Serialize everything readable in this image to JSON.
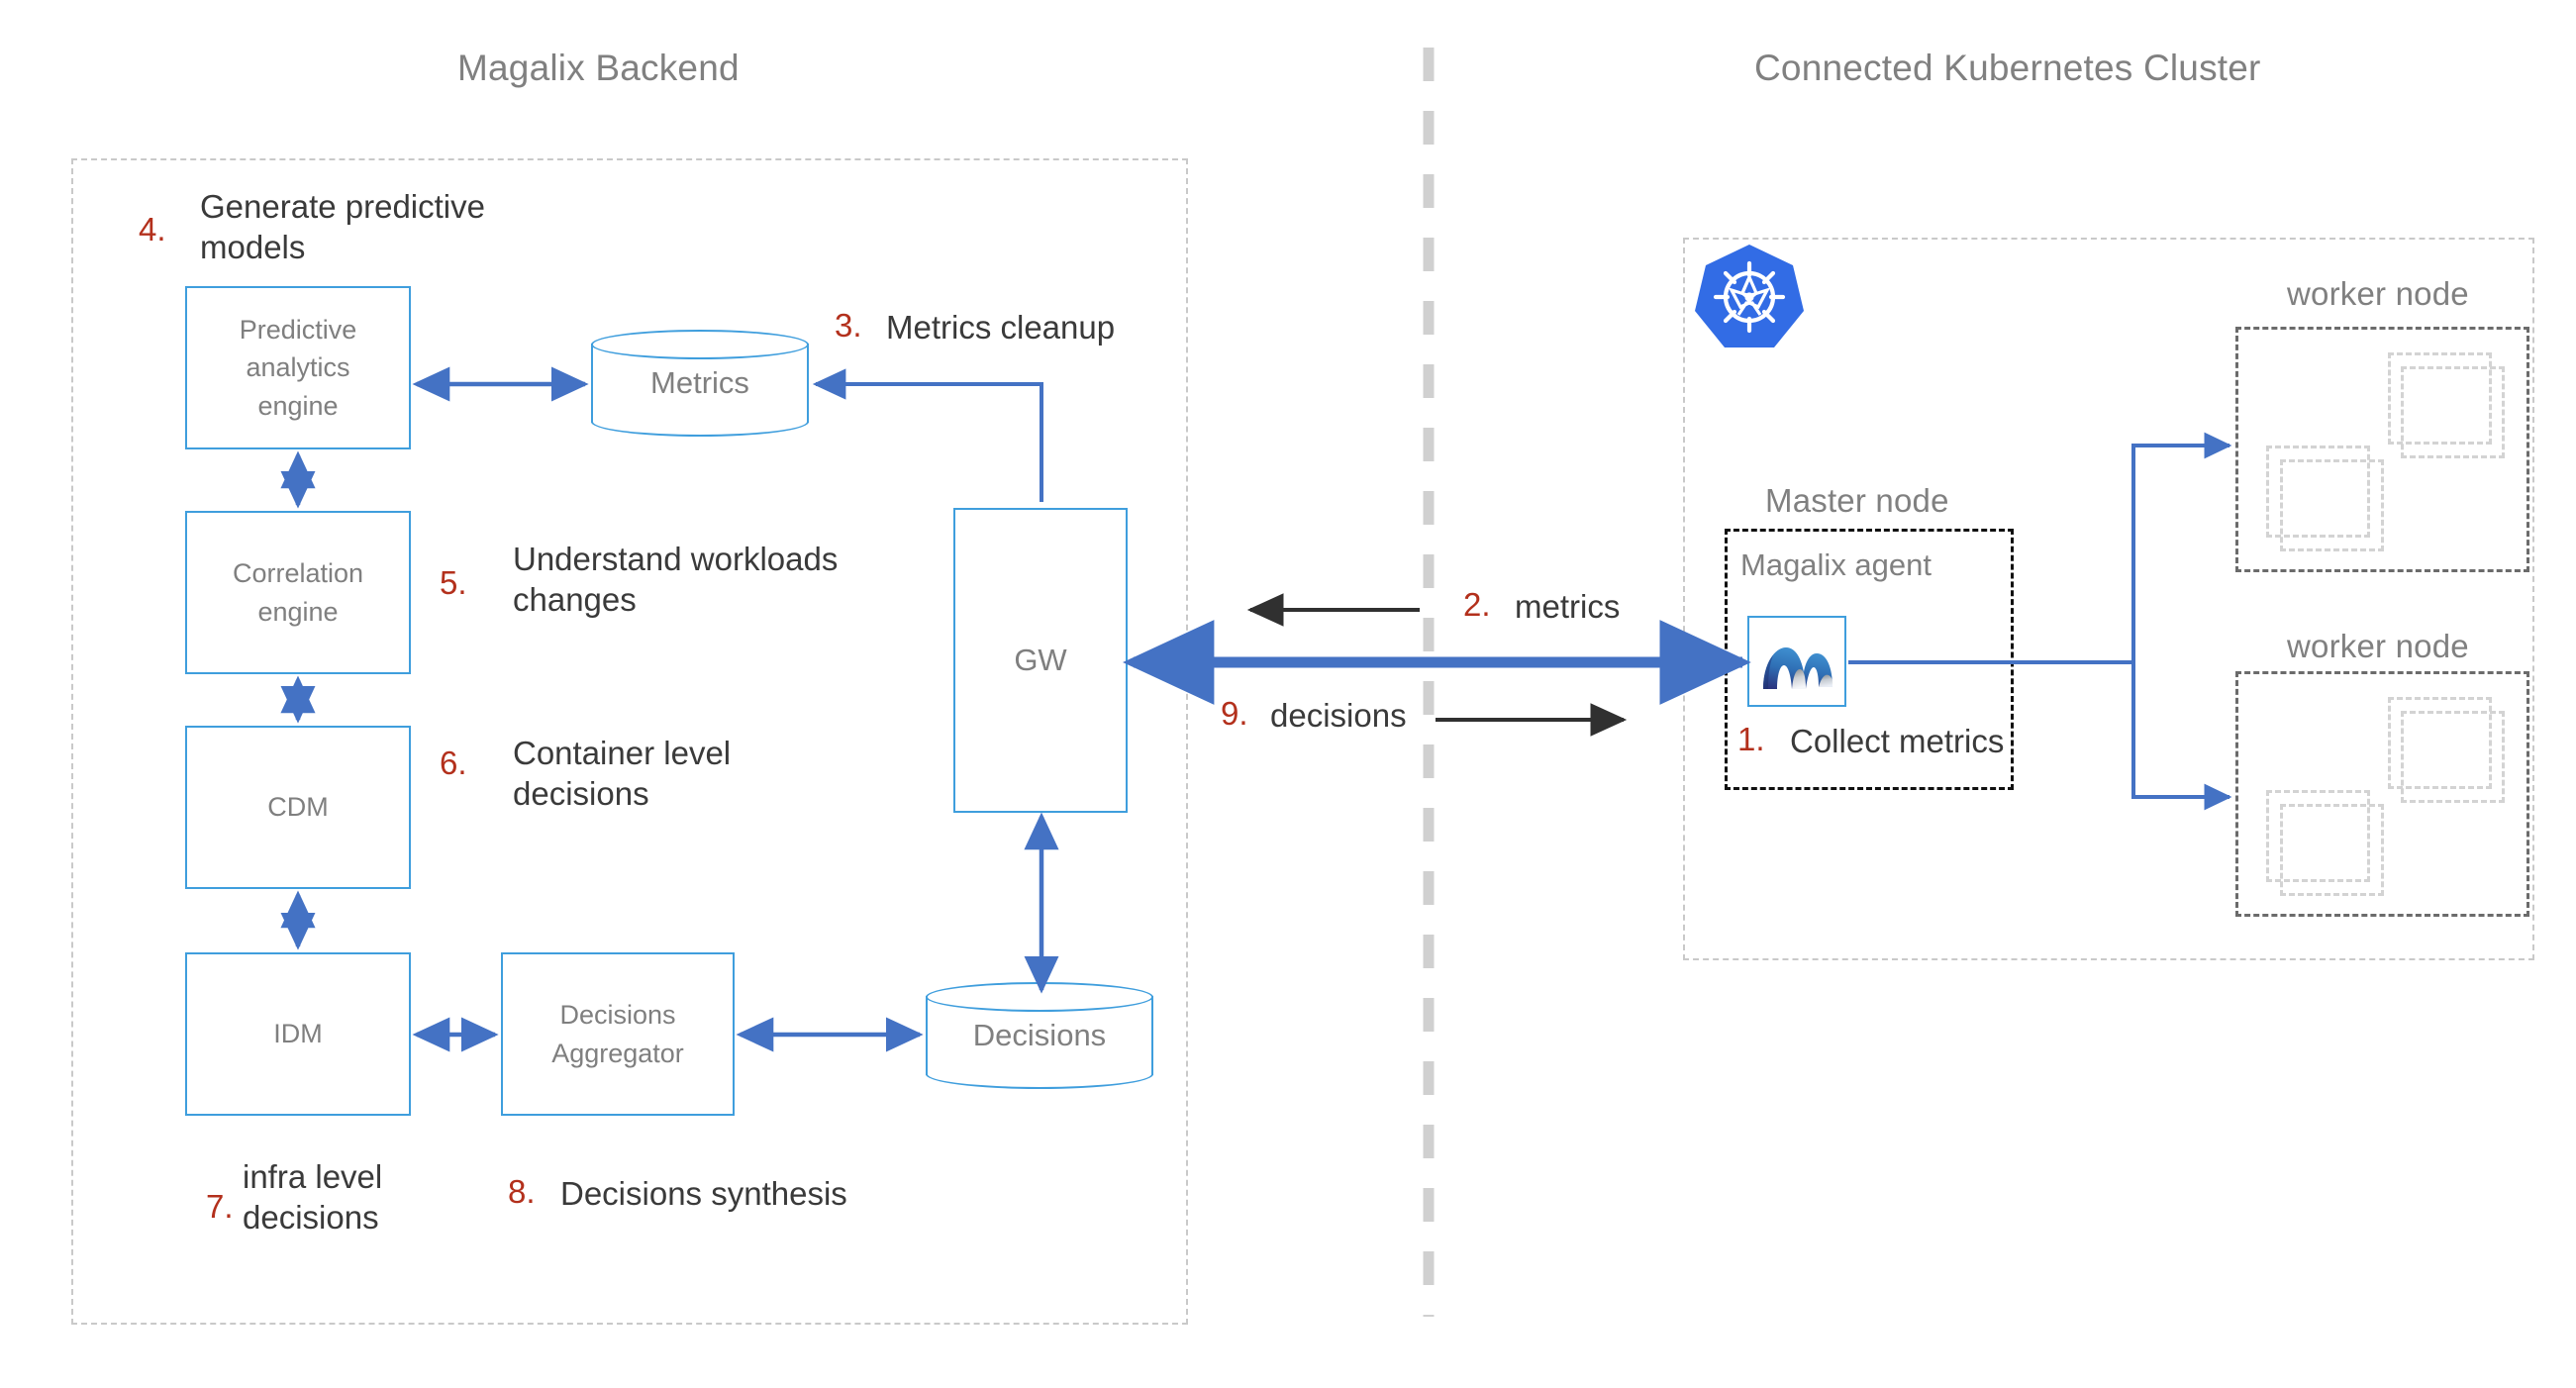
{
  "diagram": {
    "left_section_title": "Magalix Backend",
    "right_section_title": "Connected Kubernetes Cluster",
    "colors": {
      "accent_blue": "#3f9edd",
      "arrow_blue": "#4472c4",
      "step_red": "#b3301c",
      "node_label_gray": "#808080",
      "caption_gray": "#3a3a3a",
      "divider_gray": "#d0d0d0",
      "k8s_blue": "#326ce5"
    }
  },
  "backend": {
    "boxes": [
      {
        "id": "predictive-analytics-engine",
        "label": "Predictive analytics engine"
      },
      {
        "id": "correlation-engine",
        "label": "Correlation engine"
      },
      {
        "id": "cdm",
        "label": "CDM"
      },
      {
        "id": "idm",
        "label": "IDM"
      },
      {
        "id": "decisions-aggregator",
        "label": "Decisions Aggregator"
      },
      {
        "id": "gateway",
        "label": "GW"
      }
    ],
    "datastores": [
      {
        "id": "metrics-store",
        "label": "Metrics"
      },
      {
        "id": "decisions-store",
        "label": "Decisions"
      }
    ]
  },
  "cluster": {
    "master_node_label": "Master node",
    "agent_label": "Magalix agent",
    "agent_logo_name": "magalix-logo",
    "k8s_logo_name": "kubernetes-logo",
    "worker_nodes": [
      {
        "id": "worker-node-1",
        "label": "worker node"
      },
      {
        "id": "worker-node-2",
        "label": "worker node"
      }
    ]
  },
  "steps": [
    {
      "num": "1.",
      "text": "Collect metrics"
    },
    {
      "num": "2.",
      "text": "metrics"
    },
    {
      "num": "3.",
      "text": "Metrics cleanup"
    },
    {
      "num": "4.",
      "text": "Generate predictive models"
    },
    {
      "num": "5.",
      "text": "Understand workloads changes"
    },
    {
      "num": "6.",
      "text": "Container level decisions"
    },
    {
      "num": "7.",
      "text": "infra level decisions"
    },
    {
      "num": "8.",
      "text": "Decisions synthesis"
    },
    {
      "num": "9.",
      "text": "decisions"
    }
  ],
  "step_text": {
    "s1": "Collect metrics",
    "s2": "metrics",
    "s3": "Metrics cleanup",
    "s4_line1": "Generate predictive",
    "s4_line2": "models",
    "s5_line1": "Understand workloads",
    "s5_line2": "changes",
    "s6_line1": "Container level",
    "s6_line2": "decisions",
    "s7_line1": "infra level",
    "s7_line2": "decisions",
    "s8": "Decisions synthesis",
    "s9": "decisions"
  },
  "step_nums": {
    "n1": "1.",
    "n2": "2.",
    "n3": "3.",
    "n4": "4.",
    "n5": "5.",
    "n6": "6.",
    "n7": "7.",
    "n8": "8.",
    "n9": "9."
  },
  "box_labels": {
    "predictive_l1": "Predictive",
    "predictive_l2": "analytics",
    "predictive_l3": "engine",
    "correlation_l1": "Correlation",
    "correlation_l2": "engine",
    "cdm": "CDM",
    "idm": "IDM",
    "agg_l1": "Decisions",
    "agg_l2": "Aggregator",
    "gw": "GW",
    "metrics": "Metrics",
    "decisions": "Decisions"
  }
}
